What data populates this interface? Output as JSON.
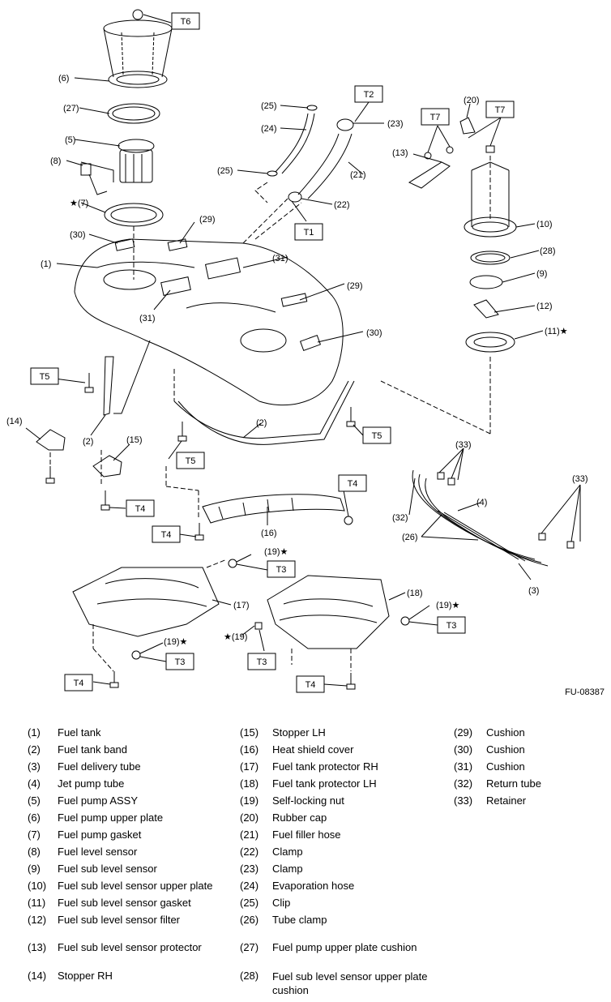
{
  "diagram": {
    "figure_code": "FU-08387",
    "star": "★",
    "callouts": [
      "(1)",
      "(2)",
      "(3)",
      "(4)",
      "(5)",
      "(6)",
      "(7)",
      "(8)",
      "(9)",
      "(10)",
      "(11)",
      "(12)",
      "(13)",
      "(14)",
      "(15)",
      "(16)",
      "(17)",
      "(18)",
      "(19)",
      "(20)",
      "(21)",
      "(22)",
      "(23)",
      "(24)",
      "(25)",
      "(26)",
      "(27)",
      "(28)",
      "(29)",
      "(30)",
      "(31)",
      "(32)",
      "(33)"
    ],
    "torque_boxes": [
      "T1",
      "T2",
      "T3",
      "T4",
      "T5",
      "T6",
      "T7"
    ]
  },
  "legend": {
    "col1": [
      {
        "num": "(1)",
        "text": "Fuel tank"
      },
      {
        "num": "(2)",
        "text": "Fuel tank band"
      },
      {
        "num": "(3)",
        "text": "Fuel delivery tube"
      },
      {
        "num": "(4)",
        "text": "Jet pump tube"
      },
      {
        "num": "(5)",
        "text": "Fuel pump ASSY"
      },
      {
        "num": "(6)",
        "text": "Fuel pump upper plate"
      },
      {
        "num": "(7)",
        "text": "Fuel pump gasket"
      },
      {
        "num": "(8)",
        "text": "Fuel level sensor"
      },
      {
        "num": "(9)",
        "text": "Fuel sub level sensor"
      },
      {
        "num": "(10)",
        "text": "Fuel sub level sensor upper plate"
      },
      {
        "num": "(11)",
        "text": "Fuel sub level sensor gasket"
      },
      {
        "num": "(12)",
        "text": "Fuel sub level sensor filter"
      },
      {
        "num": "(13)",
        "text": "Fuel sub level sensor protector"
      },
      {
        "num": "(14)",
        "text": "Stopper RH"
      }
    ],
    "col2": [
      {
        "num": "(15)",
        "text": "Stopper LH"
      },
      {
        "num": "(16)",
        "text": "Heat shield cover"
      },
      {
        "num": "(17)",
        "text": "Fuel tank protector RH"
      },
      {
        "num": "(18)",
        "text": "Fuel tank protector LH"
      },
      {
        "num": "(19)",
        "text": "Self-locking nut"
      },
      {
        "num": "(20)",
        "text": "Rubber cap"
      },
      {
        "num": "(21)",
        "text": "Fuel filler hose"
      },
      {
        "num": "(22)",
        "text": "Clamp"
      },
      {
        "num": "(23)",
        "text": "Clamp"
      },
      {
        "num": "(24)",
        "text": "Evaporation hose"
      },
      {
        "num": "(25)",
        "text": "Clip"
      },
      {
        "num": "(26)",
        "text": "Tube clamp"
      },
      {
        "num": "(27)",
        "text": "Fuel pump upper plate cushion"
      },
      {
        "num": "(28)",
        "text": "Fuel sub level sensor upper plate cushion"
      }
    ],
    "col3": [
      {
        "num": "(29)",
        "text": "Cushion"
      },
      {
        "num": "(30)",
        "text": "Cushion"
      },
      {
        "num": "(31)",
        "text": "Cushion"
      },
      {
        "num": "(32)",
        "text": "Return tube"
      },
      {
        "num": "(33)",
        "text": "Retainer"
      }
    ]
  }
}
